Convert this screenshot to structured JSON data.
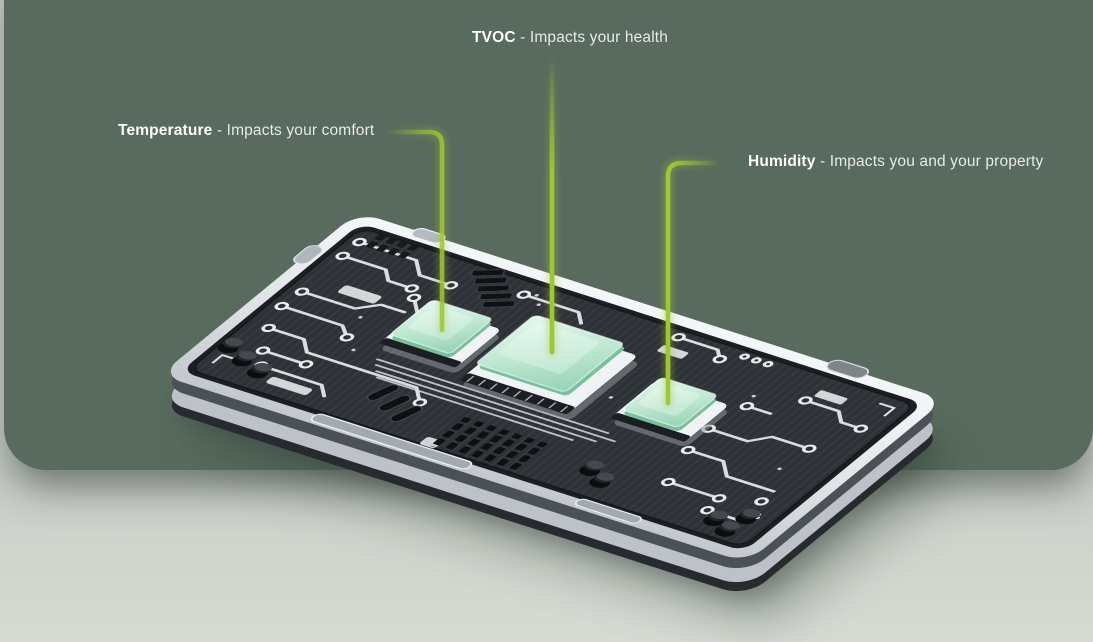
{
  "annotations": {
    "temperature": {
      "term": "Temperature",
      "separator": " - ",
      "description": "Impacts your comfort"
    },
    "tvoc": {
      "term": "TVOC",
      "separator": " - ",
      "description": "Impacts your health"
    },
    "humidity": {
      "term": "Humidity",
      "separator": " - ",
      "description": "Impacts you and your property"
    }
  },
  "colors": {
    "card_background": "#586B5E",
    "page_background": "#CED4CC",
    "callout_line": "#9FC636",
    "board_rim": "#E9EDEF",
    "pcb_surface": "#2E3237",
    "trace": "#E8ECEF",
    "chip_glass": "#A9DCC3",
    "label_term": "#FFFFFF",
    "label_description": "#E9ECE9"
  }
}
